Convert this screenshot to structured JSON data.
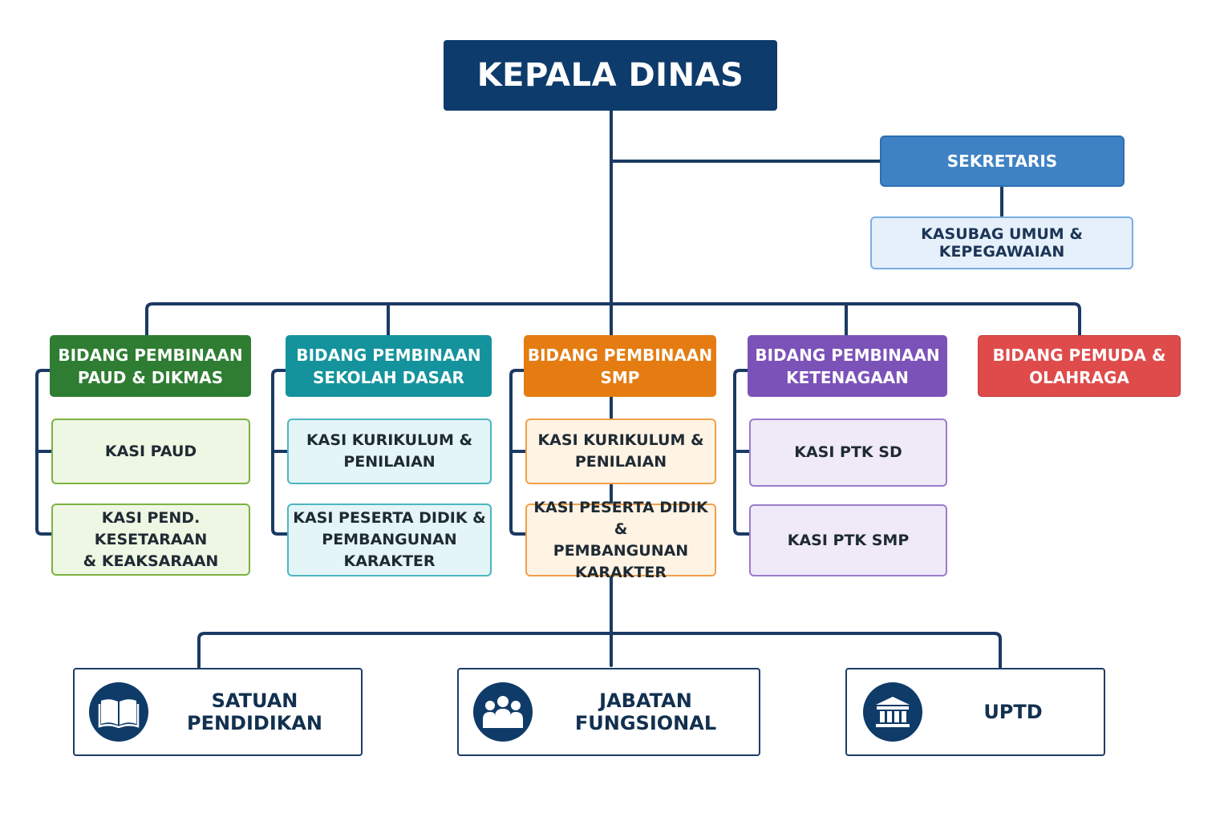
{
  "head": {
    "title": "KEPALA DINAS"
  },
  "secretariat": {
    "title": "SEKRETARIS",
    "sub": "KASUBAG UMUM & KEPEGAWAIAN"
  },
  "bidang": [
    {
      "line1": "BIDANG PEMBINAAN",
      "line2": "PAUD & DIKMAS",
      "color": "#2e7d32",
      "kasi": [
        {
          "line1": "KASI PAUD",
          "line2": ""
        },
        {
          "line1": "KASI PEND. KESETARAAN",
          "line2": "& KEAKSARAAN"
        }
      ]
    },
    {
      "line1": "BIDANG PEMBINAAN",
      "line2": "SEKOLAH DASAR",
      "color": "#14939d",
      "kasi": [
        {
          "line1": "KASI KURIKULUM &",
          "line2": "PENILAIAN"
        },
        {
          "line1": "KASI PESERTA DIDIK &",
          "line2": "PEMBANGUNAN KARAKTER"
        }
      ]
    },
    {
      "line1": "BIDANG PEMBINAAN",
      "line2": "SMP",
      "color": "#e57c12",
      "kasi": [
        {
          "line1": "KASI KURIKULUM &",
          "line2": "PENILAIAN"
        },
        {
          "line1": "KASI PESERTA DIDIK &",
          "line2": "PEMBANGUNAN KARAKTER"
        }
      ]
    },
    {
      "line1": "BIDANG PEMBINAAN",
      "line2": "KETENAGAAN",
      "color": "#7b52b8",
      "kasi": [
        {
          "line1": "KASI PTK SD",
          "line2": ""
        },
        {
          "line1": "KASI PTK SMP",
          "line2": ""
        }
      ]
    },
    {
      "line1": "BIDANG PEMUDA &",
      "line2": "OLAHRAGA",
      "color": "#df4b4b",
      "kasi": []
    }
  ],
  "units": [
    {
      "label": "SATUAN PENDIDIKAN",
      "icon": "book-icon"
    },
    {
      "label": "JABATAN FUNGSIONAL",
      "icon": "people-icon"
    },
    {
      "label": "UPTD",
      "icon": "institution-icon"
    }
  ],
  "colors": {
    "navy": "#0d3b6b",
    "connector": "#1b3a63"
  }
}
